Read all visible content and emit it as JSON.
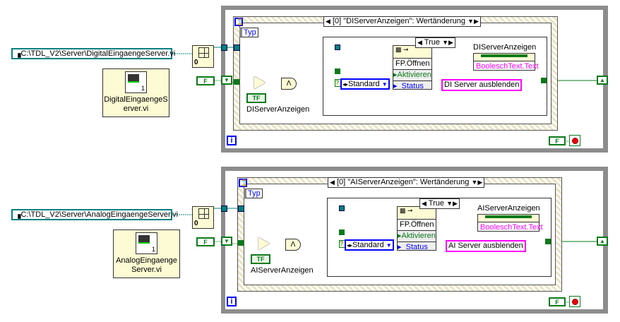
{
  "panels": [
    {
      "path": "C:\\TDL_V2\\Server\\DigitalEingaengeServer.vi",
      "vi_name": "DigitalEingaengeS\nerver.vi",
      "event_label": "[0] \"DIServerAnzeigen\": Wertänderung",
      "typ": "Typ",
      "case_label": "True",
      "invoke_title": "FP.Öffnen",
      "invoke_activate": "Aktivieren",
      "invoke_status": "Status",
      "enum_value": "Standard",
      "control_label": "DIServerAnzeigen",
      "control_const": "TF",
      "prop_label": "DIServerAnzeigen",
      "prop_name": "BooleschText.Text",
      "string_const": "DI Server ausblenden",
      "false_const": "F",
      "iteration": "i",
      "zero": "0"
    },
    {
      "path": "C:\\TDL_V2\\Server\\AnalogEingaengeServer.vi",
      "vi_name": "AnalogEingaenge\nServer.vi",
      "event_label": "[0] \"AIServerAnzeigen\": Wertänderung",
      "typ": "Typ",
      "case_label": "True",
      "invoke_title": "FP.Öffnen",
      "invoke_activate": "Aktivieren",
      "invoke_status": "Status",
      "enum_value": "Standard",
      "control_label": "AIServerAnzeigen",
      "control_const": "TF",
      "prop_label": "AIServerAnzeigen",
      "prop_name": "BooleschText.Text",
      "string_const": "AI Server ausblenden",
      "false_const": "F",
      "iteration": "i",
      "zero": "0"
    }
  ],
  "colors": {
    "wire_ref": "#008080",
    "wire_bool": "#0a7a1a",
    "wire_string": "#ff00ff",
    "enum": "#0000ff",
    "loop_border": "#8c8c8c"
  }
}
